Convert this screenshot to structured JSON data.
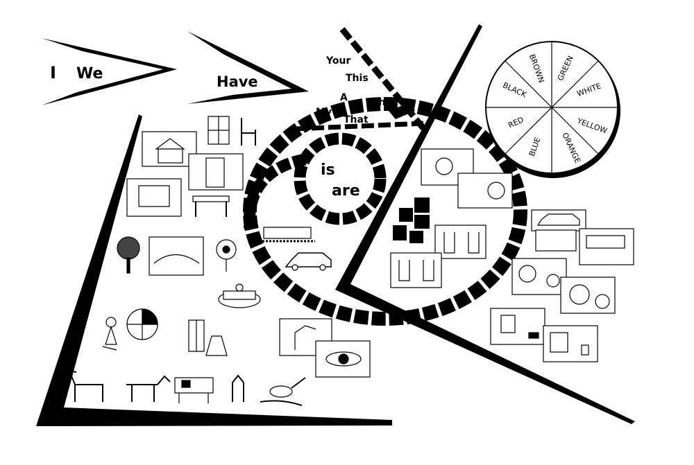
{
  "pennants": {
    "subjects": [
      "I",
      "We"
    ],
    "verb": "Have"
  },
  "determiners": [
    "Your",
    "This",
    "A",
    "The",
    "My",
    "That"
  ],
  "verbs": [
    "is",
    "are"
  ],
  "color_wheel": [
    "BROWN",
    "GREEN",
    "WHITE",
    "YELLOW",
    "ORANGE",
    "BLUE",
    "RED",
    "BLACK"
  ],
  "colors": {
    "ink": "#000000",
    "paper": "#ffffff"
  }
}
